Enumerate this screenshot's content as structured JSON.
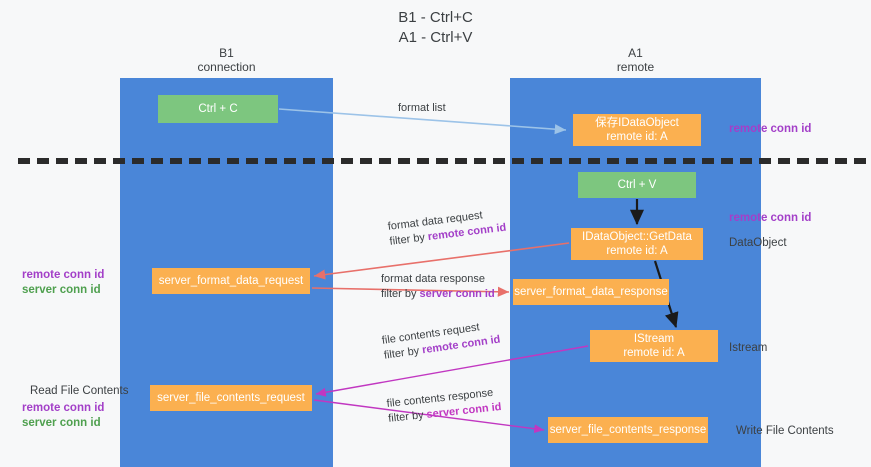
{
  "title": {
    "line1": "B1 - Ctrl+C",
    "line2": "A1 - Ctrl+V"
  },
  "lanes": [
    {
      "id": "b1",
      "name": "B1",
      "sub": "connection",
      "color": "#4a86d8"
    },
    {
      "id": "a1",
      "name": "A1",
      "sub": "remote",
      "color": "#4a86d8"
    }
  ],
  "nodes": {
    "ctrl_c": {
      "line1": "Ctrl + C",
      "color": "#7dc67f"
    },
    "save_dataobject": {
      "line1": "保存IDataObject",
      "line2": "remote id: A",
      "color": "#fbb050"
    },
    "ctrl_v": {
      "line1": "Ctrl + V",
      "color": "#7dc67f"
    },
    "getdata": {
      "line1": "IDataObject::GetData",
      "line2": "remote id: A",
      "color": "#fbb050"
    },
    "server_format_data_request": {
      "line1": "server_format_data_request",
      "color": "#fbb050"
    },
    "server_format_data_response": {
      "line1": "server_format_data_response",
      "color": "#fbb050"
    },
    "istream": {
      "line1": "IStream",
      "line2": "remote id: A",
      "color": "#fbb050"
    },
    "server_file_contents_request": {
      "line1": "server_file_contents_request",
      "color": "#fbb050"
    },
    "server_file_contents_response": {
      "line1": "server_file_contents_response",
      "color": "#fbb050"
    }
  },
  "edge_labels": {
    "format_list": {
      "row1": "format list"
    },
    "format_data_request": {
      "row1": "format data request",
      "row2_prefix": "filter by ",
      "row2_key": "remote conn id"
    },
    "format_data_response": {
      "row1": "format data response",
      "row2_prefix": "filter by ",
      "row2_key": "server conn id"
    },
    "file_contents_request": {
      "row1": "file contents request",
      "row2_prefix": "filter by ",
      "row2_key": "remote conn id"
    },
    "file_contents_response": {
      "row1": "file contents response",
      "row2_prefix": "filter by ",
      "row2_key": "server conn id"
    }
  },
  "annotations": {
    "right_remote_conn_id_top": "remote conn id",
    "right_remote_conn_id_mid": "remote conn id",
    "right_dataobject": "DataObject",
    "right_istream": "Istream",
    "right_write_file_contents": "Write File Contents",
    "left_remote_conn_id": "remote conn id",
    "left_server_conn_id": "server conn id",
    "left_read_file_contents": "Read File Contents",
    "left_remote_conn_id_2": "remote conn id",
    "left_server_conn_id_2": "server conn id"
  },
  "colors": {
    "lane": "#4a86d8",
    "green_node": "#7dc67f",
    "orange_node": "#fbb050",
    "purple_text": "#a33fc8",
    "green_text": "#4fa04f",
    "magenta_text": "#c137c1",
    "red_arrow": "#e8706a",
    "blue_arrow": "#9cc3e8",
    "magenta_arrow": "#c137c1",
    "black_arrow": "#1a1a1a",
    "background": "#f7f8f9"
  }
}
